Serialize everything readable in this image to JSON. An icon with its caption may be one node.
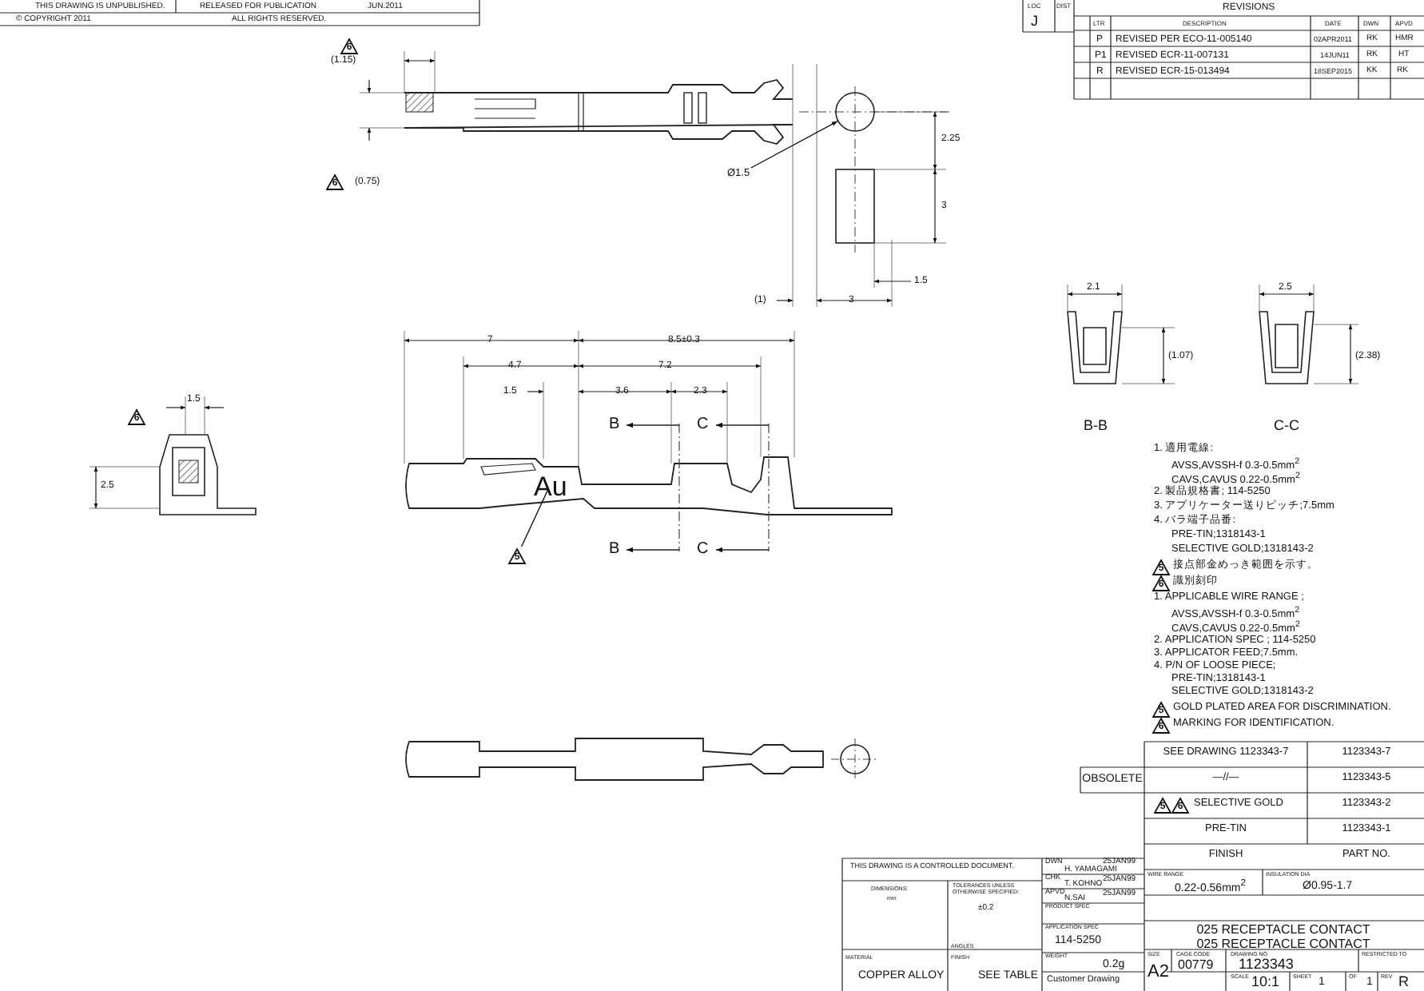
{
  "diagram": {
    "nodes": [
      {
        "text": [
          "Ø1.5"
        ]
      },
      {
        "text": [
          "5"
        ]
      },
      {
        "text": [],
        "shape": "circle"
      }
    ],
    "edges": [
      {
        "from": 0,
        "to": 2,
        "arrow": "to"
      },
      {
        "from": 1,
        "to": null,
        "arrow": "none"
      }
    ],
    "labels": [
      "THIS DRAWING IS UNPUBLISHED.",
      "RELEASED FOR PUBLICATION",
      "JUN.2011",
      "© COPYRIGHT 2011",
      "ALL RIGHTS RESERVED.",
      "LOC",
      "J",
      "DIST",
      "REVISIONS",
      "LTR",
      "DESCRIPTION",
      "DATE",
      "DWN",
      "APVD",
      "P",
      "REVISED PER ECO-11-005140",
      "02APR2011",
      "RK",
      "HMR",
      "P1",
      "REVISED ECR-11-007131",
      "14JUN11",
      "RK",
      "HT",
      "R",
      "REVISED ECR-15-013494",
      "18SEP2015",
      "KK",
      "RK",
      "(1.15)",
      "(0.75)",
      "2.25",
      "3",
      "1.5",
      "(1)",
      "3",
      "7",
      "8.5±0.3",
      "4.7",
      "7.2",
      "1.5",
      "3.6",
      "2.3",
      "B",
      "C",
      "Au",
      "B",
      "C",
      "1.5",
      "2.5",
      "2.1",
      "(1.07)",
      "2.5",
      "(2.38)",
      "B-B",
      "C-C",
      "1. 適用電線:",
      "AVSS,AVSSH-f 0.3-0.5mm$^{2}$",
      "CAVS,CAVUS 0.22-0.5mm$^{2}$",
      "2. 製品規格書; 114-5250",
      "3. アプリケーター送りピッチ;7.5mm",
      "4. バラ端子品番:",
      "PRE-TIN;1318143-1",
      "SELECTIVE GOLD;1318143-2",
      "接点部金めっき範囲を示す。",
      "識別刻印",
      "1. APPLICABLE WIRE RANGE ;",
      "AVSS,AVSSH-f 0.3-0.5mm$^{2}$",
      "CAVS,CAVUS 0.22-0.5mm$^{2}$",
      "2. APPLICATION SPEC ; 114-5250",
      "3. APPLICATOR FEED;7.5mm.",
      "4. P/N OF LOOSE PIECE;",
      "PRE-TIN;1318143-1",
      "SELECTIVE GOLD;1318143-2",
      "GOLD PLATED AREA FOR DISCRIMINATION.",
      "MARKING FOR IDENTIFICATION.",
      "6",
      "6",
      "6",
      "5",
      "6",
      "5",
      "6",
      "SEE DRAWING 1123343-7",
      "1123343-7",
      "OBSOLETE",
      "—//—",
      "1123343-5",
      "5",
      "6",
      "SELECTIVE GOLD",
      "1123343-2",
      "PRE-TIN",
      "1123343-1",
      "FINISH",
      "PART NO.",
      "WIRE RANGE",
      "0.22-0.56mm$^{2}$",
      "INSULATION DIA",
      "Ø0.95-1.7",
      "025 RECEPTACLE CONTACT",
      "025 RECEPTACLE CONTACT",
      "SIZE",
      "A2",
      "CAGE CODE",
      "00779",
      "DRAWING NO",
      "1123343",
      "SCALE",
      "10:1",
      "SHEET",
      "1",
      "OF",
      "1",
      "REV",
      "R",
      "RESTRICTED TO",
      "THIS DRAWING IS A CONTROLLED DOCUMENT.",
      "DIMENSIONS:",
      "mm",
      "TOLERANCES UNLESS OTHERWISE SPECIFIED:",
      "±0.2",
      "ANGLES",
      "MATERIAL",
      "COPPER ALLOY",
      "FINISH",
      "SEE TABLE",
      "DWN",
      "H. YAMAGAMI",
      "25JAN99",
      "CHK",
      "T. KOHNO",
      "25JAN99",
      "APVD",
      "N.SAI",
      "25JAN99",
      "PRODUCT SPEC",
      "APPLICATION SPEC",
      "114-5250",
      "WEIGHT",
      "0.2g",
      "Customer Drawing"
    ]
  }
}
